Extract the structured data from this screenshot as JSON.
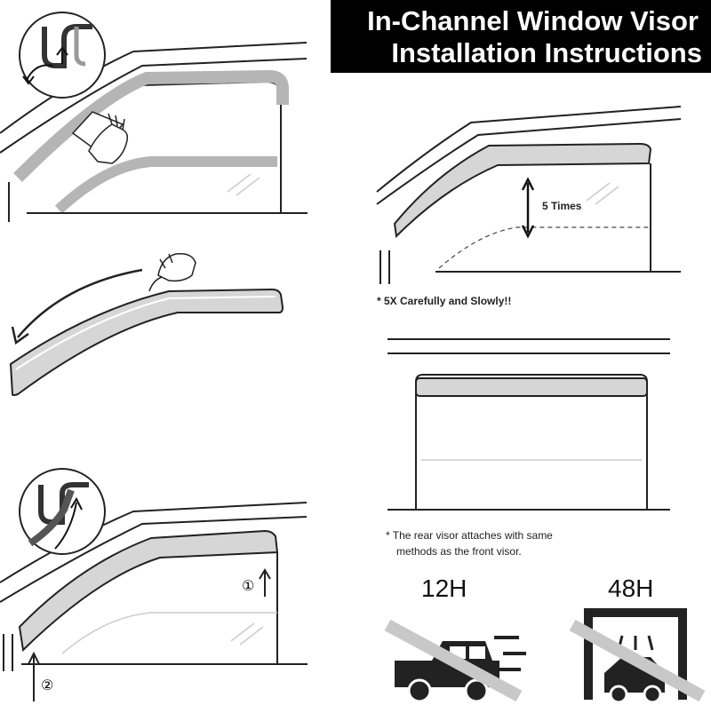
{
  "title": {
    "line1": "In-Channel Window Visor",
    "line2": "Installation Instructions"
  },
  "press_label": "5 Times",
  "press_note": "* 5X Carefully and Slowly!!",
  "rear_note": {
    "line1": "* The rear visor attaches with same",
    "line2": "methods as the front visor."
  },
  "step_marks": {
    "one": "①",
    "two": "②"
  },
  "wait_labels": {
    "drive": "12H",
    "wash": "48H"
  },
  "colors": {
    "visor_fill": "#d6d6d6",
    "line": "#222222",
    "prohibit": "#c8c8c8"
  }
}
